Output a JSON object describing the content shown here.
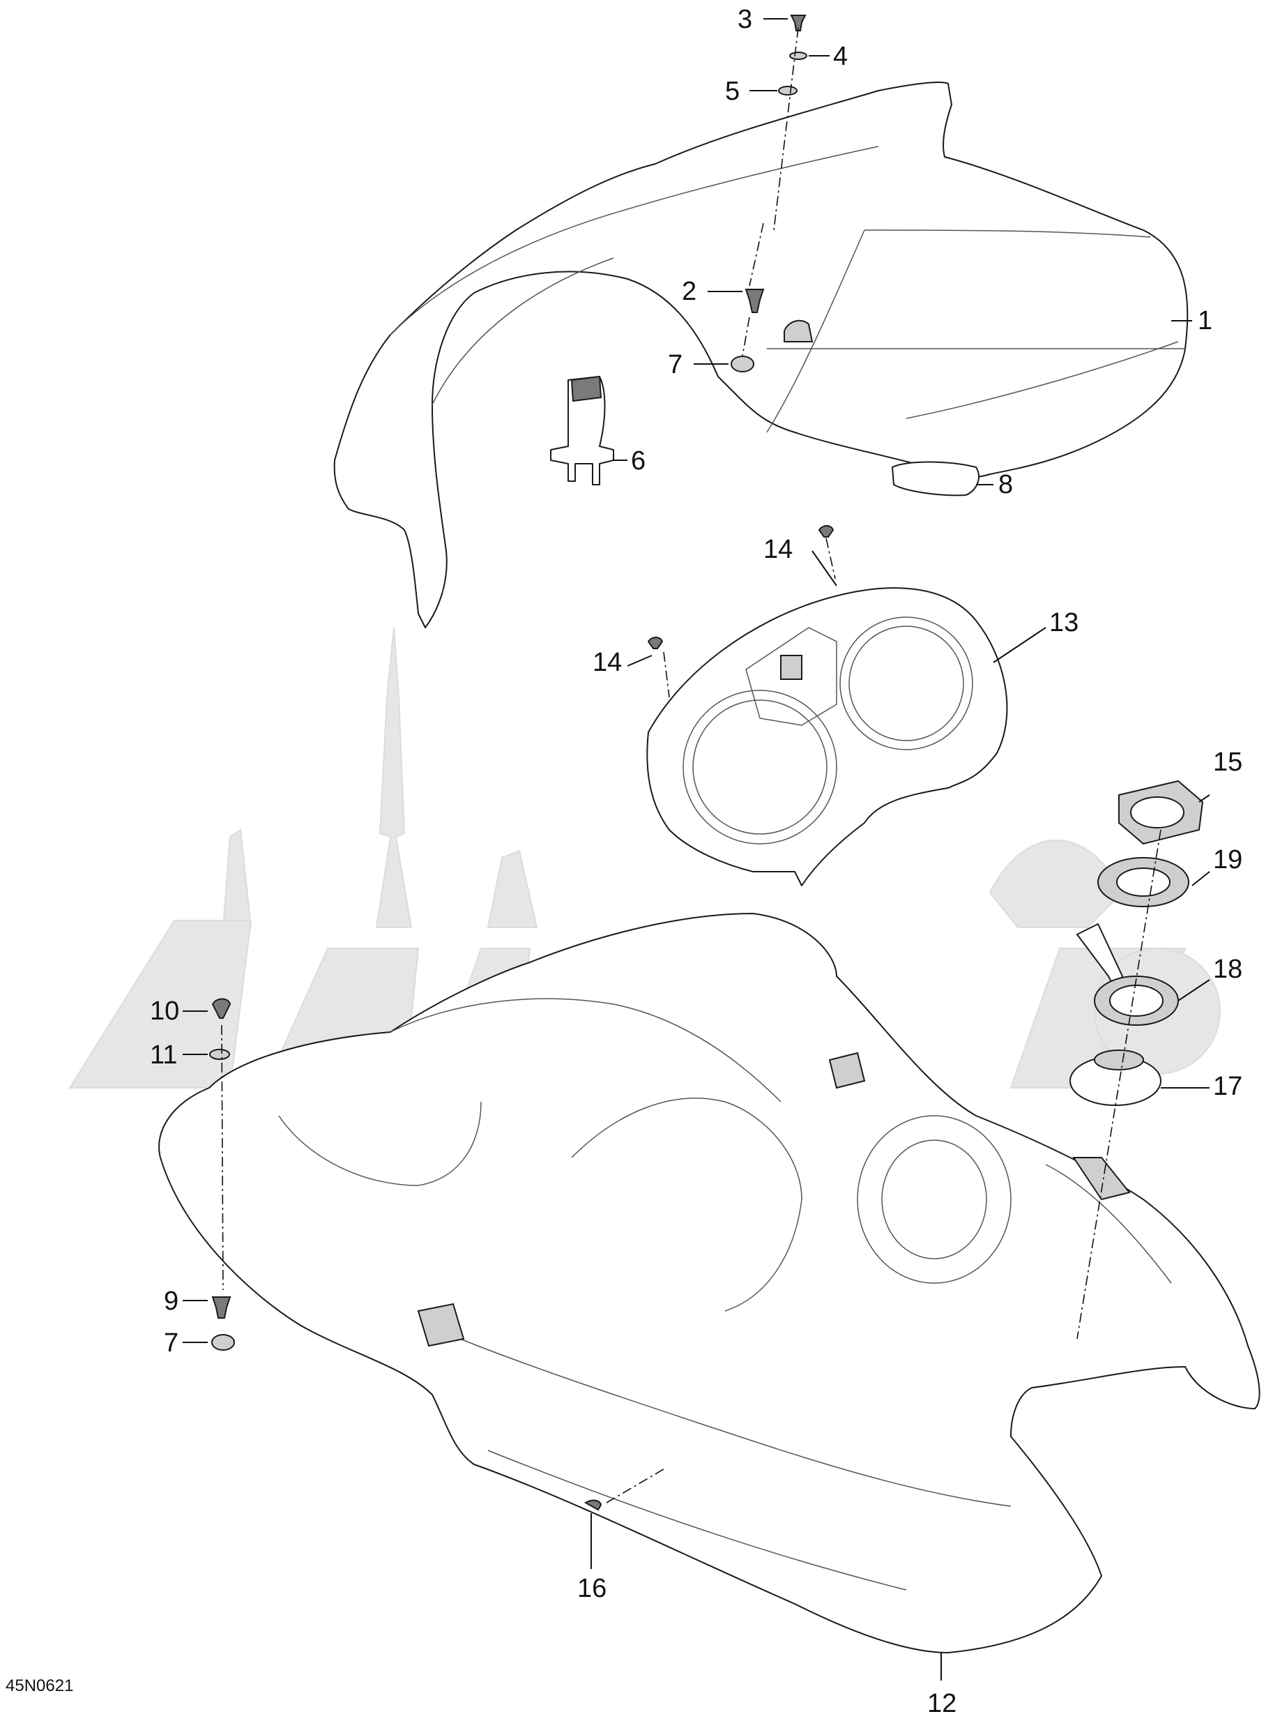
{
  "diagram_code": "45N0621",
  "callouts": [
    {
      "id": "c1",
      "label": "1"
    },
    {
      "id": "c2",
      "label": "2"
    },
    {
      "id": "c3",
      "label": "3"
    },
    {
      "id": "c4",
      "label": "4"
    },
    {
      "id": "c5",
      "label": "5"
    },
    {
      "id": "c6",
      "label": "6"
    },
    {
      "id": "c7a",
      "label": "7"
    },
    {
      "id": "c7b",
      "label": "7"
    },
    {
      "id": "c8",
      "label": "8"
    },
    {
      "id": "c9",
      "label": "9"
    },
    {
      "id": "c10",
      "label": "10"
    },
    {
      "id": "c11",
      "label": "11"
    },
    {
      "id": "c12",
      "label": "12"
    },
    {
      "id": "c13",
      "label": "13"
    },
    {
      "id": "c14a",
      "label": "14"
    },
    {
      "id": "c14b",
      "label": "14"
    },
    {
      "id": "c15",
      "label": "15"
    },
    {
      "id": "c16",
      "label": "16"
    },
    {
      "id": "c17",
      "label": "17"
    },
    {
      "id": "c18",
      "label": "18"
    },
    {
      "id": "c19",
      "label": "19"
    }
  ],
  "colors": {
    "line": "#1a1a1a",
    "background": "#ffffff",
    "watermark": "#e6e6e6"
  }
}
